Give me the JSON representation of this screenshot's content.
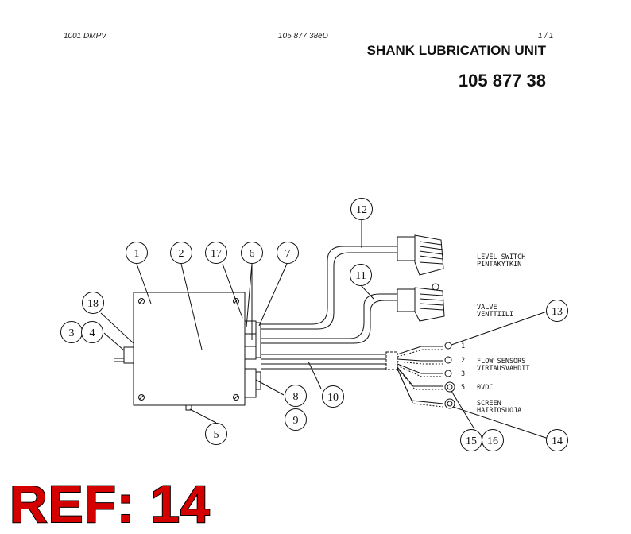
{
  "header": {
    "doc_code": "1001 DMPV",
    "doc_ref": "105 877 38eD",
    "page": "1 /  1"
  },
  "title": "SHANK LUBRICATION UNIT",
  "part_number": "105 877 38",
  "callouts": [
    "1",
    "2",
    "17",
    "6",
    "7",
    "12",
    "11",
    "18",
    "3",
    "4",
    "13",
    "8",
    "9",
    "10",
    "5",
    "15",
    "16",
    "14"
  ],
  "labels": {
    "level_switch": "LEVEL SWITCH",
    "level_switch_fi": "PINTAKYTKIN",
    "valve": "VALVE",
    "valve_fi": "VENTTIILI",
    "flow_sensors": "FLOW SENSORS",
    "flow_sensors_fi": "VIRTAUSVAHDIT",
    "ovdc": "0VDC",
    "screen": "SCREEN",
    "screen_fi": "HAIRIOSUOJA"
  },
  "terminals": [
    "1",
    "2",
    "3",
    "5"
  ],
  "ref_badge": "REF: 14"
}
